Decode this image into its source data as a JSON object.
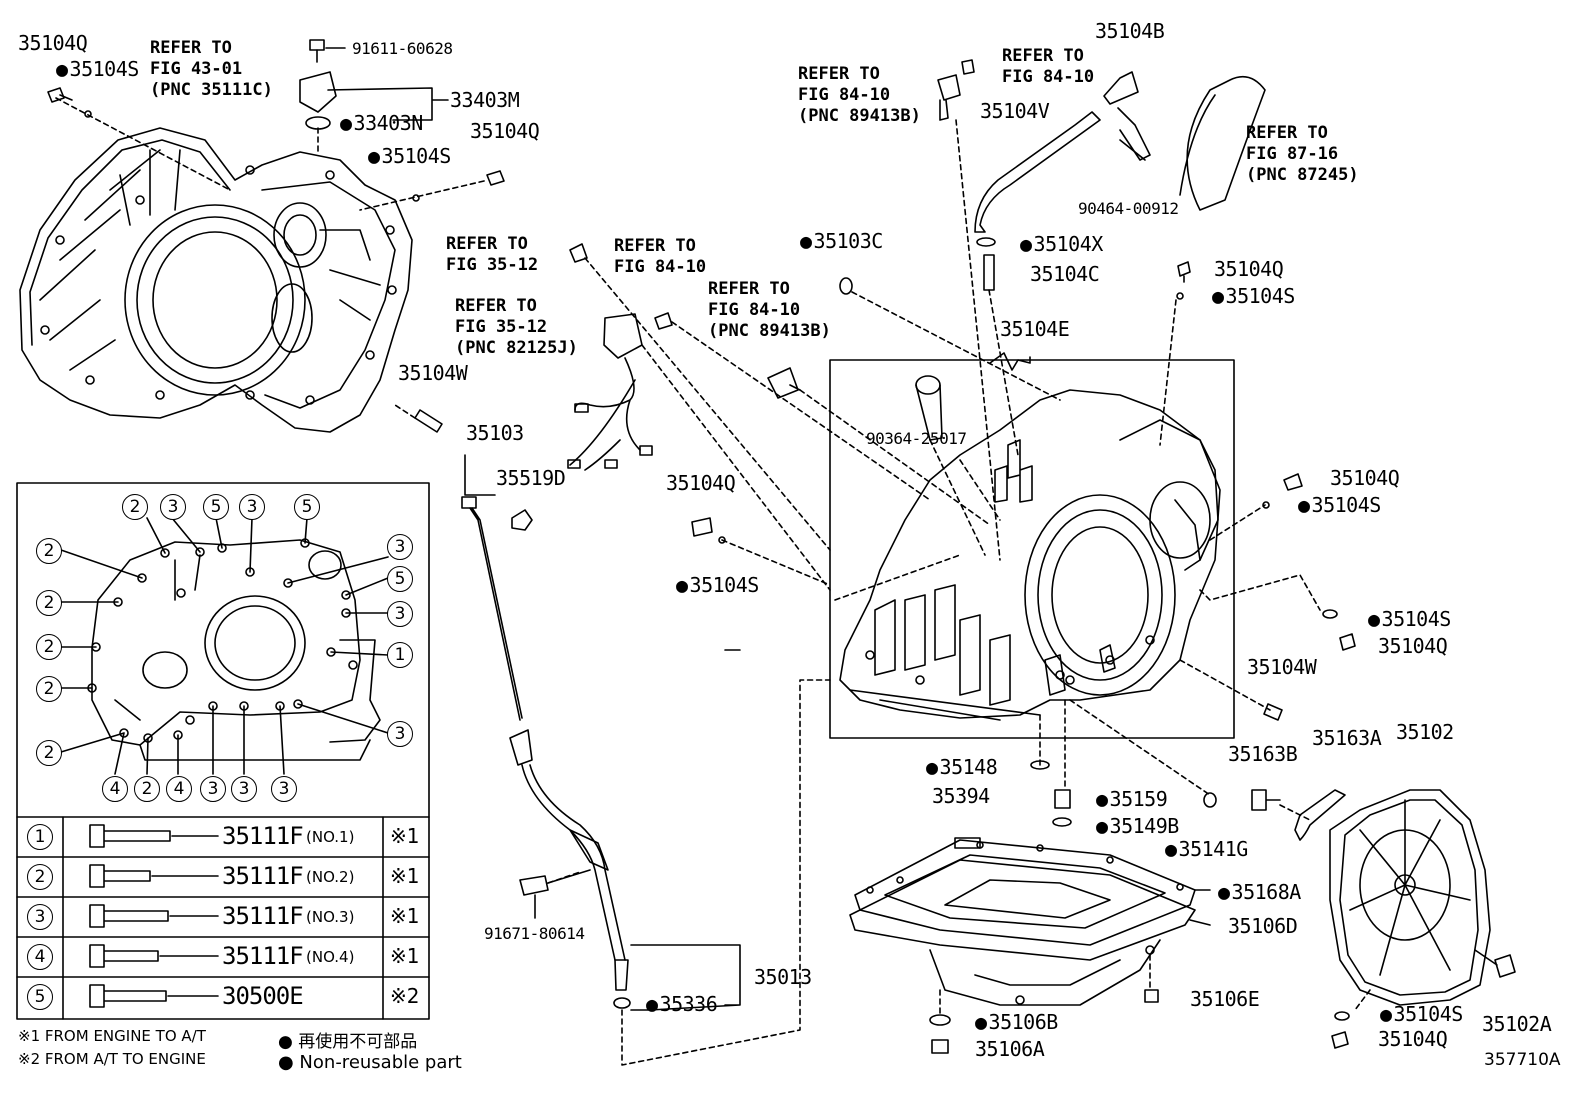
{
  "labels": {
    "l01": "35104Q",
    "l02": "35104S",
    "l03": "91611-60628",
    "l04": "33403M",
    "l05": "33403N",
    "l06": "35104S",
    "l07": "35104Q",
    "l08": "35104W",
    "l09": "35104B",
    "l10": "35104V",
    "l11": "90464-00912",
    "l12": "35103C",
    "l13": "35104X",
    "l14": "35104C",
    "l15": "35104Q",
    "l16": "35104S",
    "l17": "35104E",
    "l18": "90364-25017",
    "l19": "35103",
    "l20": "35519D",
    "l21": "35104Q",
    "l22": "35104S",
    "l23": "35104Q",
    "l24": "35104S",
    "l25": "35104S",
    "l26": "35104Q",
    "l27": "35104W",
    "l28": "35163B",
    "l29": "35163A",
    "l30": "35102",
    "l31": "35148",
    "l32": "35394",
    "l33": "35159",
    "l34": "35149B",
    "l35": "35141G",
    "l36": "35168A",
    "l37": "35106D",
    "l38": "35106E",
    "l39": "35106B",
    "l40": "35106A",
    "l41": "35104S",
    "l42": "35102A",
    "l43": "35104Q",
    "l44": "91671-80614",
    "l45": "35013",
    "l46": "35336"
  },
  "refs": {
    "r1": [
      "REFER TO",
      "FIG 43-01",
      "(PNC 35111C)"
    ],
    "r2": [
      "REFER TO",
      "FIG 84-10",
      "(PNC 89413B)"
    ],
    "r3": [
      "REFER TO",
      "FIG 84-10"
    ],
    "r4": [
      "REFER TO",
      "FIG 87-16",
      "(PNC 87245)"
    ],
    "r5": [
      "REFER TO",
      "FIG 35-12"
    ],
    "r6": [
      "REFER TO",
      "FIG 84-10"
    ],
    "r7": [
      "REFER TO",
      "FIG 84-10",
      "(PNC 89413B)"
    ],
    "r8": [
      "REFER TO",
      "FIG 35-12",
      "(PNC 82125J)"
    ]
  },
  "inset_circles": {
    "c01": "2",
    "c02": "3",
    "c03": "5",
    "c04": "3",
    "c05": "5",
    "c06": "2",
    "c07": "3",
    "c08": "2",
    "c09": "5",
    "c10": "2",
    "c11": "3",
    "c12": "1",
    "c13": "2",
    "c14": "2",
    "c15": "3",
    "c16": "4",
    "c17": "2",
    "c18": "4",
    "c19": "3",
    "c20": "3",
    "c21": "3"
  },
  "bolt_table": [
    {
      "key": "1",
      "part": "35111F",
      "sub": "(NO.1)",
      "note": "※1"
    },
    {
      "key": "2",
      "part": "35111F",
      "sub": "(NO.2)",
      "note": "※1"
    },
    {
      "key": "3",
      "part": "35111F",
      "sub": "(NO.3)",
      "note": "※1"
    },
    {
      "key": "4",
      "part": "35111F",
      "sub": "(NO.4)",
      "note": "※1"
    },
    {
      "key": "5",
      "part": "30500E",
      "sub": "",
      "note": "※2"
    }
  ],
  "footnotes": {
    "f1": "※1 FROM ENGINE TO A/T",
    "f2": "※2 FROM A/T TO ENGINE",
    "f3": "● 再使用不可部品",
    "f4": "● Non-reusable part"
  },
  "diagram_code": "357710A"
}
